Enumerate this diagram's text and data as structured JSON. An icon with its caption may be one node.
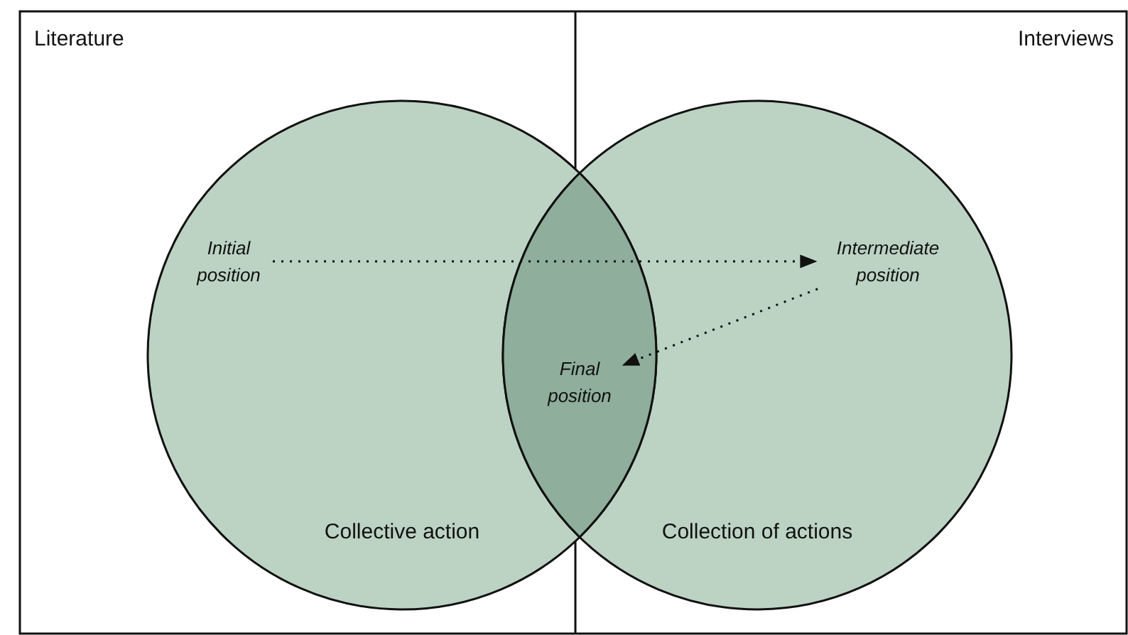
{
  "diagram": {
    "nodes": [
      {
        "text": [
          "Collective action"
        ]
      },
      {
        "text": [
          "Collection of actions"
        ]
      },
      {
        "text": [
          "Initial position"
        ],
        "in": 0
      },
      {
        "text": [
          "Intermediate position"
        ],
        "in": 1
      },
      {
        "text": [
          "Final position"
        ]
      }
    ],
    "edges": [
      {
        "from": 2,
        "to": 3,
        "arrow": "to",
        "style": "dashed"
      },
      {
        "from": 3,
        "to": 4,
        "arrow": "to",
        "style": "dashed"
      }
    ],
    "labels": [
      "Literature",
      "Interviews"
    ]
  }
}
